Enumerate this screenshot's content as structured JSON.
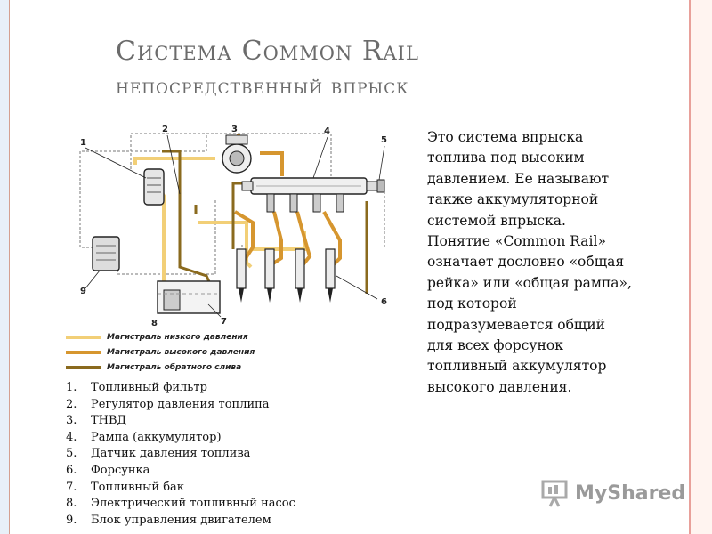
{
  "title": {
    "line1": "Система Common Rail",
    "line2": "непосредственный впрыск"
  },
  "colors": {
    "low_pressure": "#f2cf77",
    "high_pressure": "#d6962f",
    "return": "#8a6a1e",
    "title": "#6b6b6b",
    "accent_border": "#e8a09a"
  },
  "diagram": {
    "callouts": [
      "1",
      "2",
      "3",
      "4",
      "5",
      "6",
      "7",
      "8",
      "9"
    ],
    "legend": [
      {
        "label": "Магистраль низкого давления",
        "color": "#f2cf77"
      },
      {
        "label": "Магистраль высокого давления",
        "color": "#d6962f"
      },
      {
        "label": "Магистраль обратного слива",
        "color": "#8a6a1e"
      }
    ]
  },
  "parts": [
    {
      "num": "1.",
      "label": "Топливный фильтр"
    },
    {
      "num": "2.",
      "label": "Регулятор давления топлипа"
    },
    {
      "num": "3.",
      "label": "ТНВД"
    },
    {
      "num": "4.",
      "label": "Рампа (аккумулятор)"
    },
    {
      "num": "5.",
      "label": "Датчик давления топлива"
    },
    {
      "num": "6.",
      "label": "Форсунка"
    },
    {
      "num": "7.",
      "label": "Топливный бак"
    },
    {
      "num": "8.",
      "label": "Электрический топливный насос"
    },
    {
      "num": "9.",
      "label": "Блок управления двигателем"
    }
  ],
  "description": "Это система впрыска топлива под высоким давлением. Ее называют также аккумуляторной системой впрыска. Понятие «Common Rail» означает дословно «общая рейка» или «общая рампа», под которой подразумевается общий для всех форсунок топливный аккумулятор высокого давления.",
  "watermark": {
    "text": "MyShared",
    "icon": "presentation-board-icon"
  }
}
